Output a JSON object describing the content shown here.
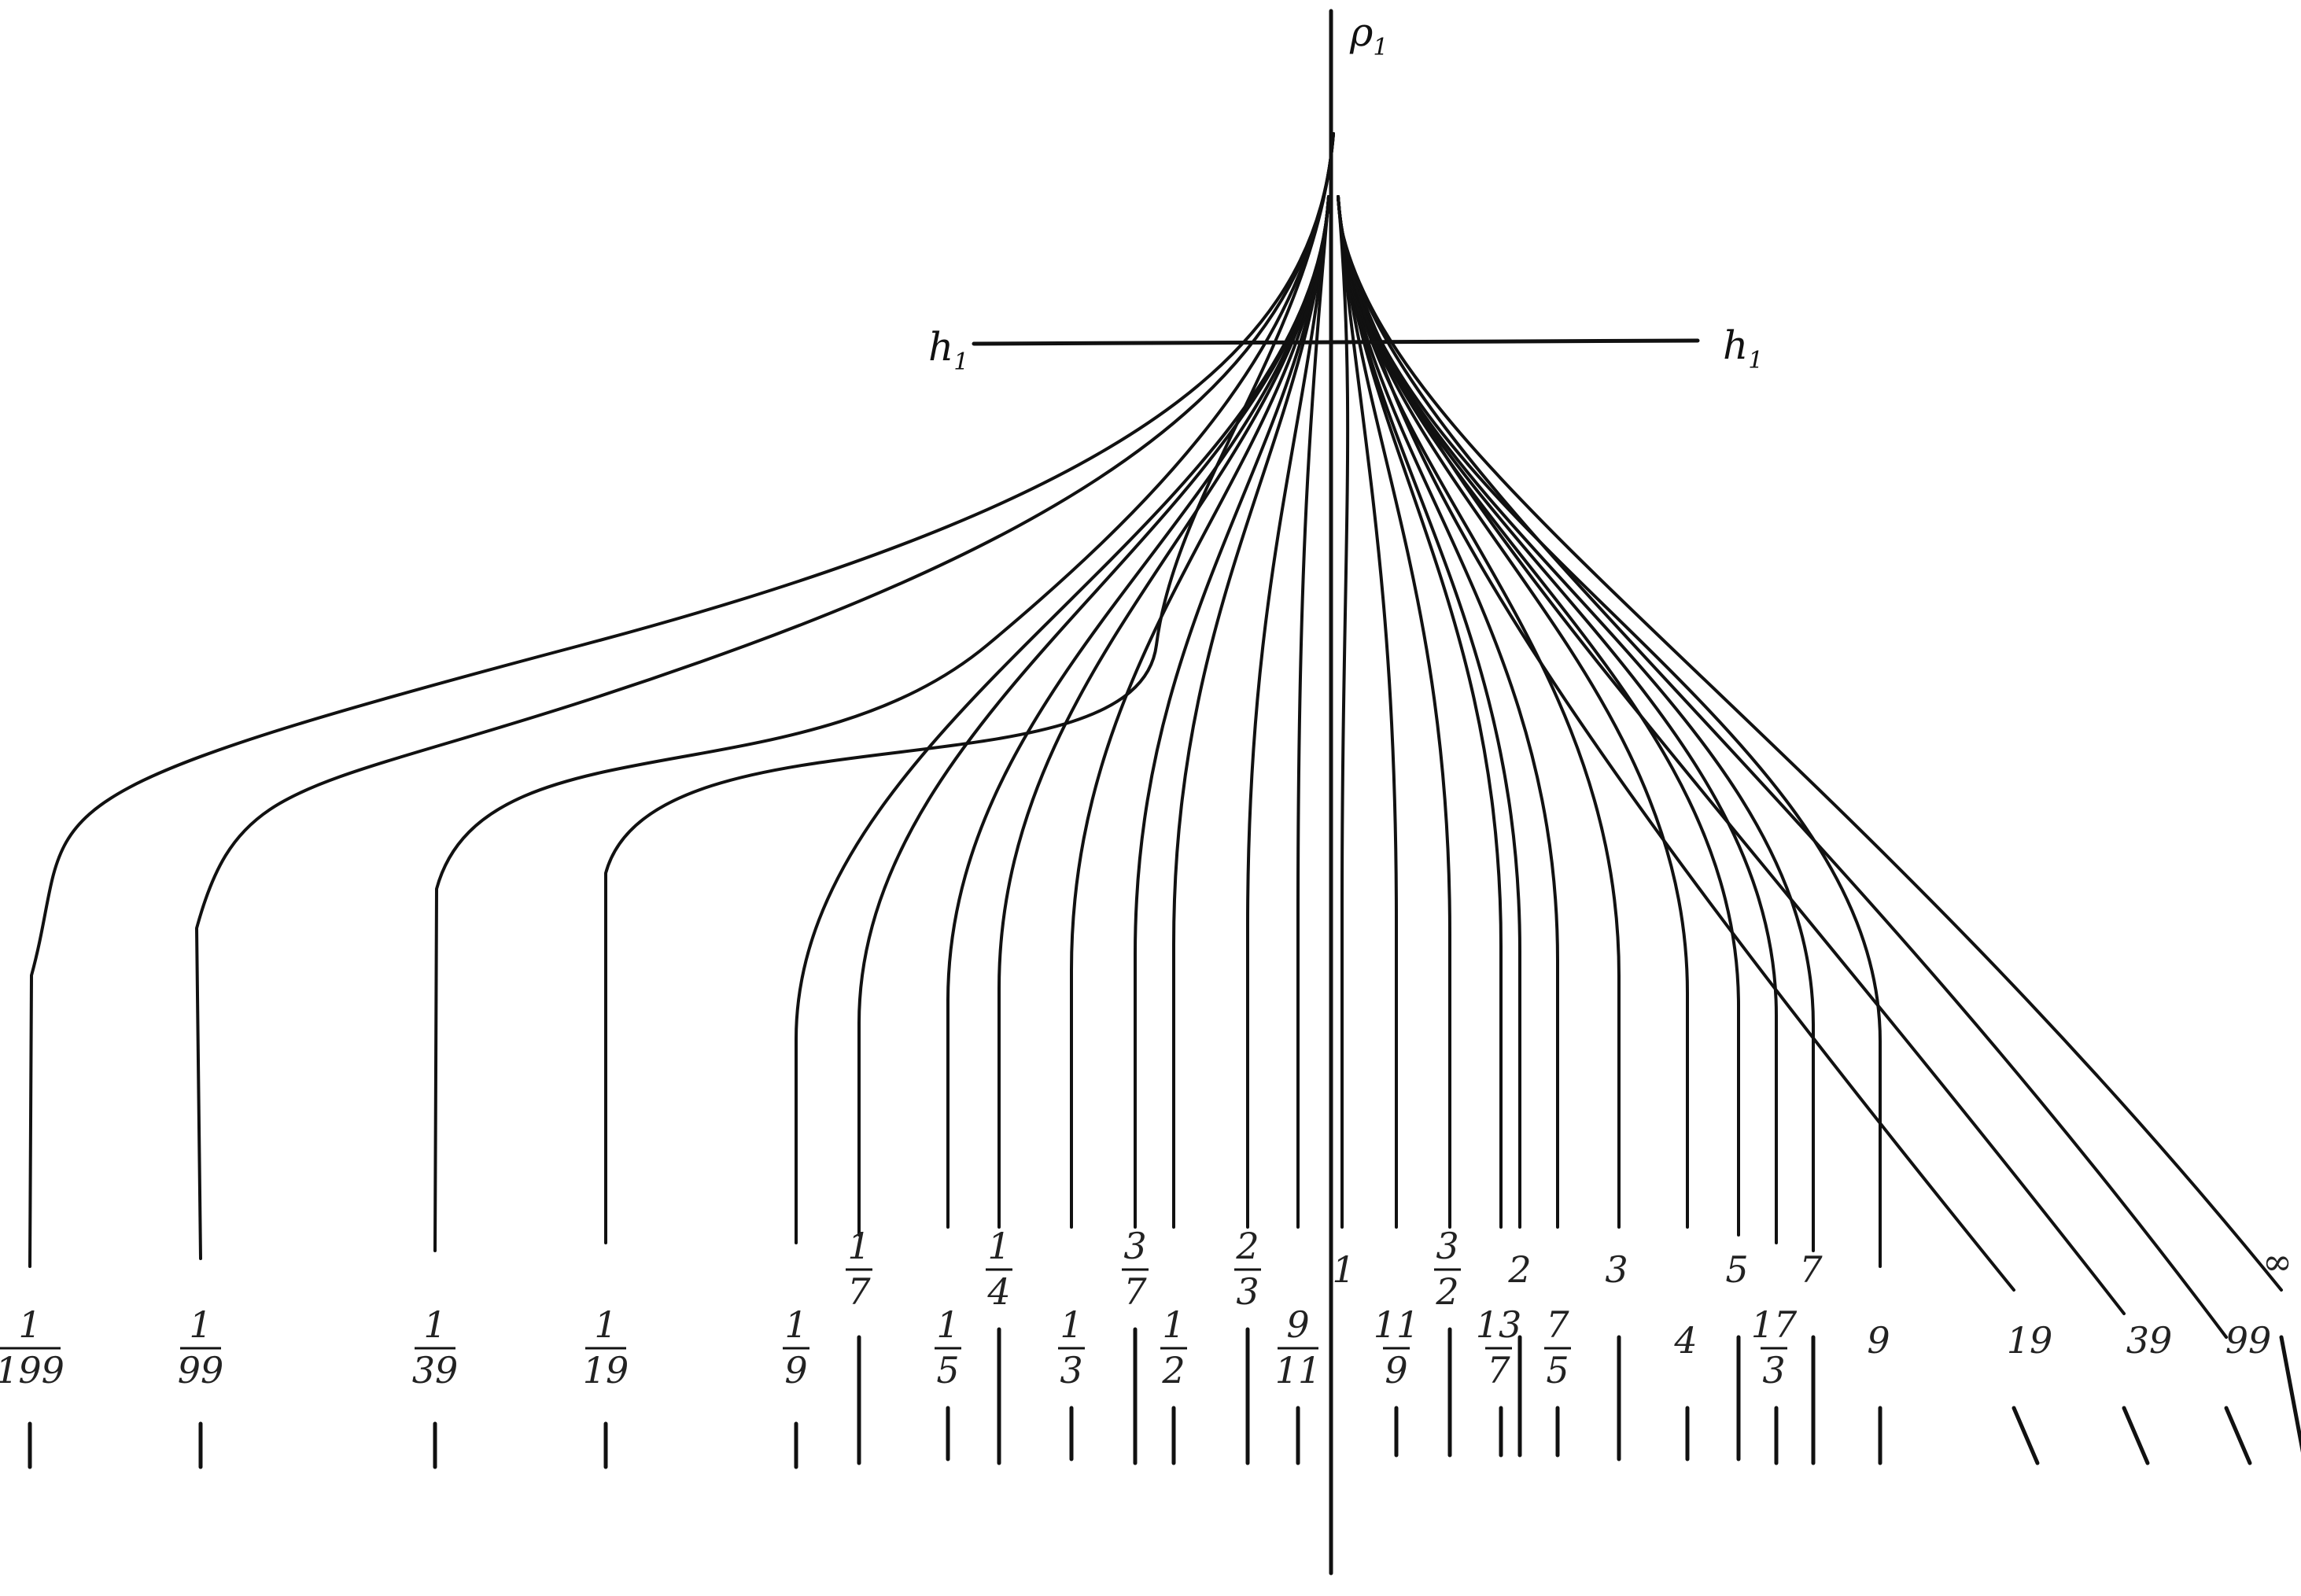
{
  "axis_labels": {
    "vertical": "ρ",
    "vertical_sub": "1",
    "horizontal_left": "h",
    "horizontal_left_sub": "1",
    "horizontal_right": "h",
    "horizontal_right_sub": "1"
  },
  "ink_color": "#111111",
  "curves": [
    {
      "label": "1/199",
      "num": "1",
      "den": "199",
      "fraction": true
    },
    {
      "label": "1/99",
      "num": "1",
      "den": "99",
      "fraction": true
    },
    {
      "label": "1/39",
      "num": "1",
      "den": "39",
      "fraction": true
    },
    {
      "label": "1/19",
      "num": "1",
      "den": "19",
      "fraction": true
    },
    {
      "label": "1/9",
      "num": "1",
      "den": "9",
      "fraction": true
    },
    {
      "label": "1/7",
      "num": "1",
      "den": "7",
      "fraction": true
    },
    {
      "label": "1/5",
      "num": "1",
      "den": "5",
      "fraction": true
    },
    {
      "label": "1/4",
      "num": "1",
      "den": "4",
      "fraction": true
    },
    {
      "label": "1/3",
      "num": "1",
      "den": "3",
      "fraction": true
    },
    {
      "label": "3/7",
      "num": "3",
      "den": "7",
      "fraction": true
    },
    {
      "label": "1/2",
      "num": "1",
      "den": "2",
      "fraction": true
    },
    {
      "label": "2/3",
      "num": "2",
      "den": "3",
      "fraction": true
    },
    {
      "label": "9/11",
      "num": "9",
      "den": "11",
      "fraction": true
    },
    {
      "label": "1",
      "fraction": false
    },
    {
      "label": "11/9",
      "num": "11",
      "den": "9",
      "fraction": true
    },
    {
      "label": "3/2",
      "num": "3",
      "den": "2",
      "fraction": true
    },
    {
      "label": "13/7",
      "num": "13",
      "den": "7",
      "fraction": true
    },
    {
      "label": "2",
      "fraction": false
    },
    {
      "label": "7/5",
      "num": "7",
      "den": "5",
      "fraction": true
    },
    {
      "label": "3",
      "fraction": false
    },
    {
      "label": "4",
      "fraction": false
    },
    {
      "label": "5",
      "fraction": false
    },
    {
      "label": "17/3",
      "num": "17",
      "den": "3",
      "fraction": true
    },
    {
      "label": "7",
      "fraction": false
    },
    {
      "label": "9",
      "fraction": false
    },
    {
      "label": "19",
      "fraction": false
    },
    {
      "label": "39",
      "fraction": false
    },
    {
      "label": "99",
      "fraction": false
    },
    {
      "label": "∞",
      "fraction": false
    }
  ]
}
